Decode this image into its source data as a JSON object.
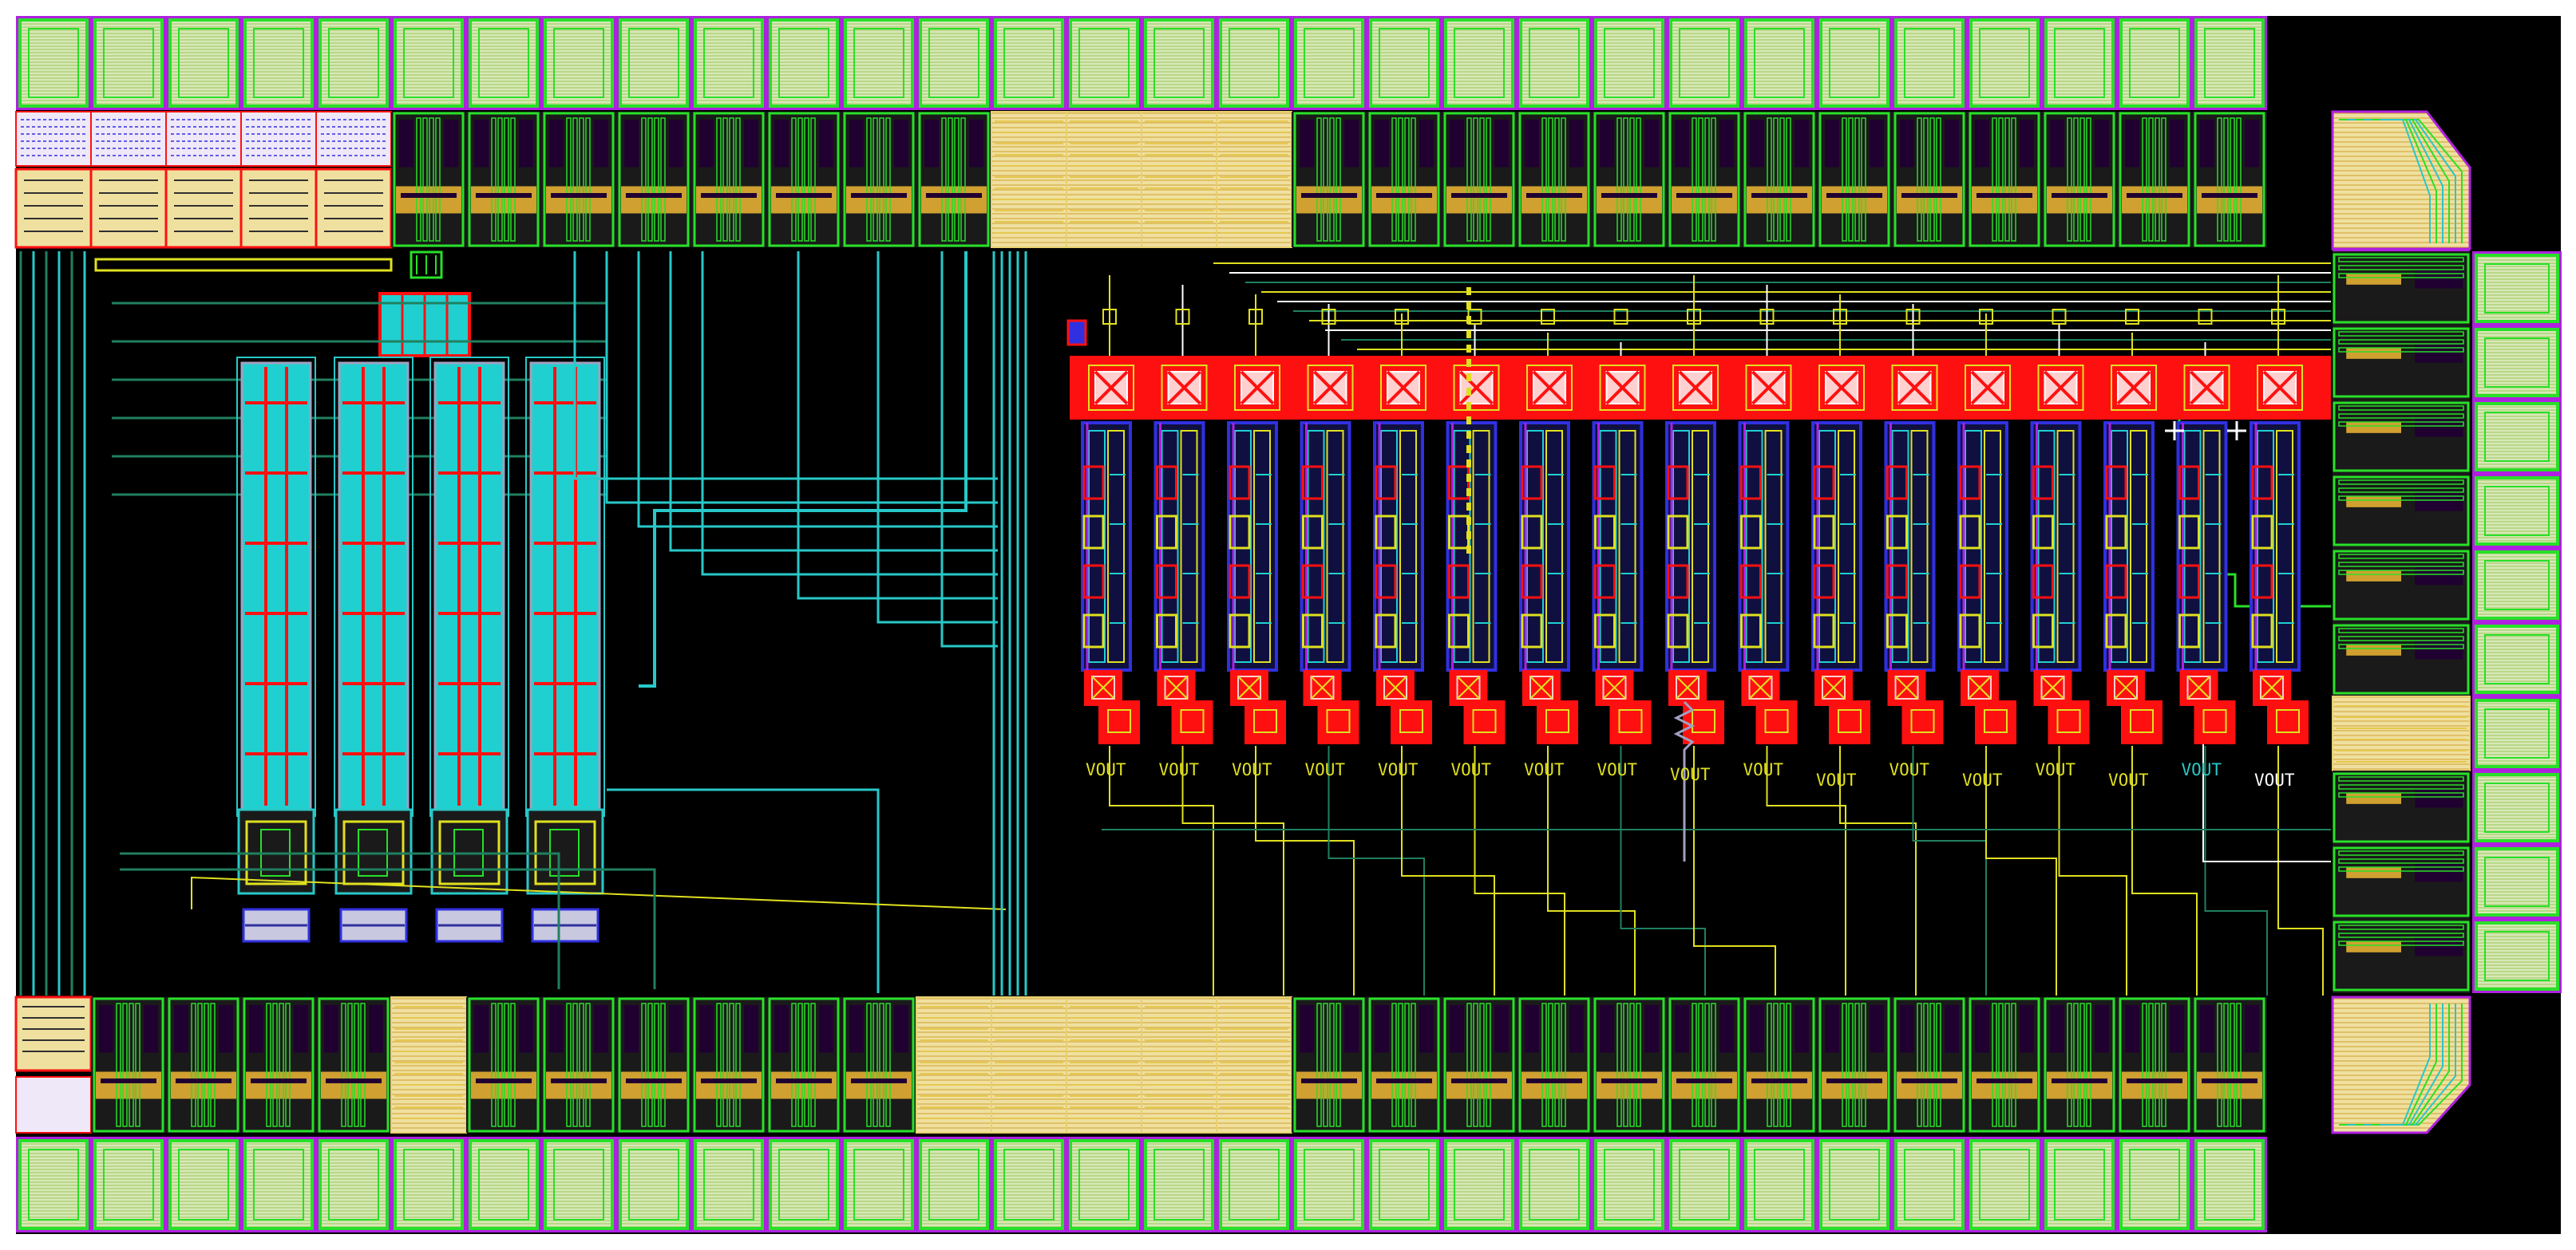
{
  "canvas_background": "#ffffff",
  "core_background": "#000000",
  "layers": {
    "pad_fill": "#d8e8b8",
    "pad_outline": "#28e028",
    "pad_border": "#b020e0",
    "pad_hatch": "#98c858",
    "io_cell_fill": "#efe0a0",
    "io_cell_outline": "#28e028",
    "io_band": "#d0a030",
    "io_dark": "#200030",
    "metal1": "#e0e020",
    "metal2": "#28c8c8",
    "metal3": "#208060",
    "poly": "#ff1010",
    "via": "#ffd0d0",
    "nwell": "#20d0d0",
    "diffusion": "#3030e0",
    "gray_metal": "#a0a0c0",
    "white": "#ffffff"
  },
  "output_label": "VOUT",
  "output_channel_count": 17,
  "amplifier_count": 4
}
